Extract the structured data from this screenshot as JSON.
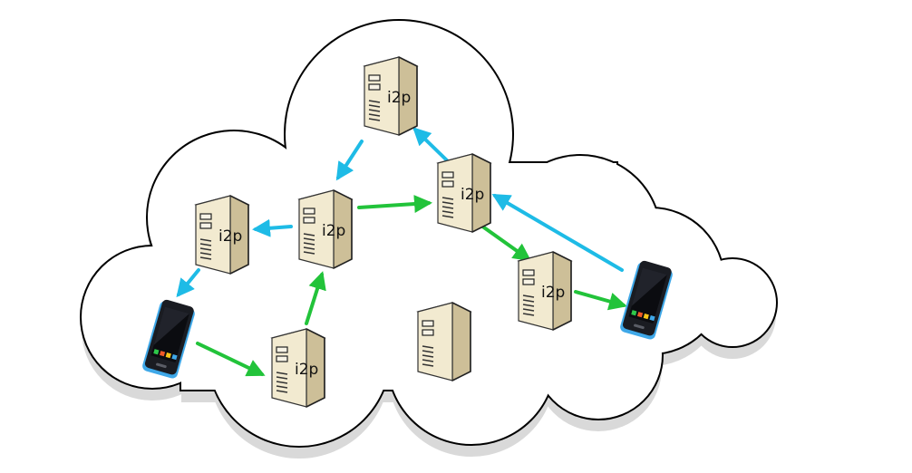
{
  "colors": {
    "cloud_fill": "#ffffff",
    "cloud_shadow": "#d9d9d9",
    "cloud_outline": "#000000",
    "server_front": "#f2ead0",
    "server_side": "#cdbf98",
    "server_top": "#faf5e6",
    "green_arrow": "#22c33a",
    "blue_arrow": "#1ebbe6",
    "phone_body": "#1a1c22",
    "phone_edge": "#3fa8e8"
  },
  "icons": {
    "server": "server-icon",
    "phone": "smartphone-icon"
  },
  "nodes": [
    {
      "id": "s1",
      "kind": "server",
      "label": "i2p"
    },
    {
      "id": "s2",
      "kind": "server",
      "label": "i2p"
    },
    {
      "id": "s3",
      "kind": "server",
      "label": "i2p"
    },
    {
      "id": "s4",
      "kind": "server",
      "label": "i2p"
    },
    {
      "id": "s5",
      "kind": "server",
      "label": "i2p"
    },
    {
      "id": "s6",
      "kind": "server",
      "label": "i2p"
    },
    {
      "id": "s7",
      "kind": "server",
      "label": ""
    },
    {
      "id": "p1",
      "kind": "phone",
      "label": ""
    },
    {
      "id": "p2",
      "kind": "phone",
      "label": ""
    }
  ],
  "edges": [
    {
      "from": "s2",
      "to": "s3",
      "color": "blue"
    },
    {
      "from": "s4",
      "to": "s2",
      "color": "blue"
    },
    {
      "from": "s5",
      "to": "s1",
      "color": "blue"
    },
    {
      "from": "s1",
      "to": "p1",
      "color": "blue"
    },
    {
      "from": "p2",
      "to": "s2",
      "color": "blue"
    },
    {
      "from": "p1",
      "to": "s6",
      "color": "green"
    },
    {
      "from": "s6",
      "to": "s4",
      "color": "green"
    },
    {
      "from": "s4",
      "to": "s5",
      "color": "green"
    },
    {
      "from": "s5",
      "to": "s3",
      "color": "green"
    },
    {
      "from": "s3",
      "to": "p2",
      "color": "green"
    }
  ]
}
